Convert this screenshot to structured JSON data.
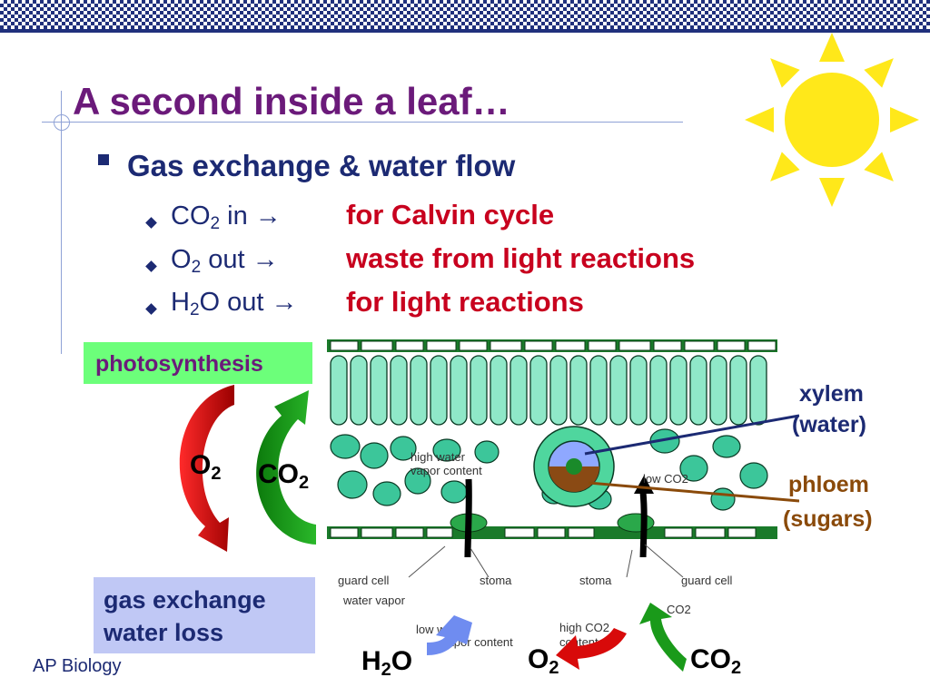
{
  "slide": {
    "title": "A second inside a leaf…",
    "footer": "AP Biology"
  },
  "bullets": {
    "main": "Gas exchange & water flow",
    "items": [
      {
        "left_main": "CO",
        "left_sub": "2",
        "left_tail": " in",
        "right": "for Calvin cycle"
      },
      {
        "left_main": "O",
        "left_sub": "2",
        "left_tail": " out",
        "right": "waste from light reactions"
      },
      {
        "left_main": "H",
        "left_sub": "2",
        "left_tail": "O out",
        "right": "for light reactions"
      }
    ]
  },
  "diagram": {
    "photosynthesis": "photosynthesis",
    "gas_box": [
      "gas exchange",
      "water loss"
    ],
    "o2_main": "O",
    "o2_sub": "2",
    "co2_main": "CO",
    "co2_sub": "2",
    "xylem": [
      "xylem",
      "(water)"
    ],
    "phloem": [
      "phloem",
      "(sugars)"
    ],
    "annotations": {
      "high_water": "high water",
      "vapor_content": "vapor content",
      "low_co2": "low CO2",
      "guard_cell_left": "guard cell",
      "stoma_left": "stoma",
      "water_vapor": "water vapor",
      "low_water": "low water",
      "vapor_content2": "vapor content",
      "stoma_right": "stoma",
      "guard_cell_right": "guard cell",
      "co2_small": "CO2",
      "high_co2": "high CO2",
      "content": "content"
    },
    "bottom": {
      "h2o_a": "H",
      "h2o_sub": "2",
      "h2o_b": "O",
      "o2_main": "O",
      "o2_sub": "2",
      "co2_main": "CO",
      "co2_sub": "2"
    }
  },
  "colors": {
    "title": "#6b1a7a",
    "navy": "#1c2a73",
    "red_text": "#c8001e",
    "sun": "#ffe81a",
    "photosynthesis_box": "#6cff7a",
    "gas_box": "#c0c8f5",
    "phloem_text": "#8a4a0a"
  }
}
